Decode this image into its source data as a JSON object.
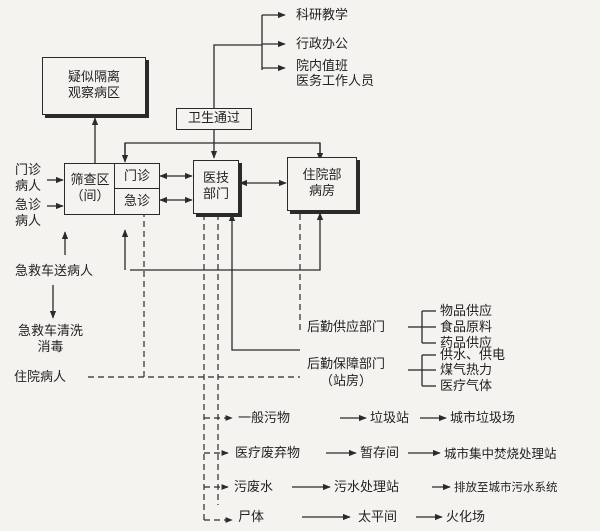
{
  "colors": {
    "line": "#2a2a2a",
    "background": "#f4f3f0"
  },
  "top_list": {
    "research": "科研教学",
    "admin": "行政办公",
    "duty": "院内值班",
    "staff": "医务工作人员"
  },
  "hygiene_pass": "卫生通过",
  "isolation": {
    "line1": "疑似隔离",
    "line2": "观察病区"
  },
  "screening": {
    "line1": "筛查区",
    "line2": "（间）"
  },
  "outpatient": "门诊",
  "emergency": "急诊",
  "medtech": {
    "line1": "医技",
    "line2": "部门"
  },
  "inpatient": {
    "line1": "住院部",
    "line2": "病房"
  },
  "left_inputs": {
    "outpatient_patient": {
      "line1": "门诊",
      "line2": "病人"
    },
    "emergency_patient": {
      "line1": "急诊",
      "line2": "病人"
    },
    "ambulance_patient": "急救车送病人",
    "ambulance_clean": {
      "line1": "急救车清洗",
      "line2": "消毒"
    },
    "inpatient_patient": "住院病人"
  },
  "logistics": {
    "supply": "后勤供应部门",
    "supply_items": [
      "物品供应",
      "食品原料",
      "药品供应"
    ],
    "support": {
      "line1": "后勤保障部门",
      "line2": "（站房）"
    },
    "support_items": [
      "供水、供电",
      "煤气热力",
      "医疗气体"
    ]
  },
  "waste": {
    "general": {
      "source": "一般污物",
      "mid": "垃圾站",
      "dest": "城市垃圾场"
    },
    "medical": {
      "source": "医疗废弃物",
      "mid": "暂存间",
      "dest": "城市集中焚烧处理站"
    },
    "sewage": {
      "source": "污废水",
      "mid": "污水处理站",
      "dest": "排放至城市污水系统"
    },
    "corpse": {
      "source": "尸体",
      "mid": "太平间",
      "dest": "火化场"
    }
  }
}
